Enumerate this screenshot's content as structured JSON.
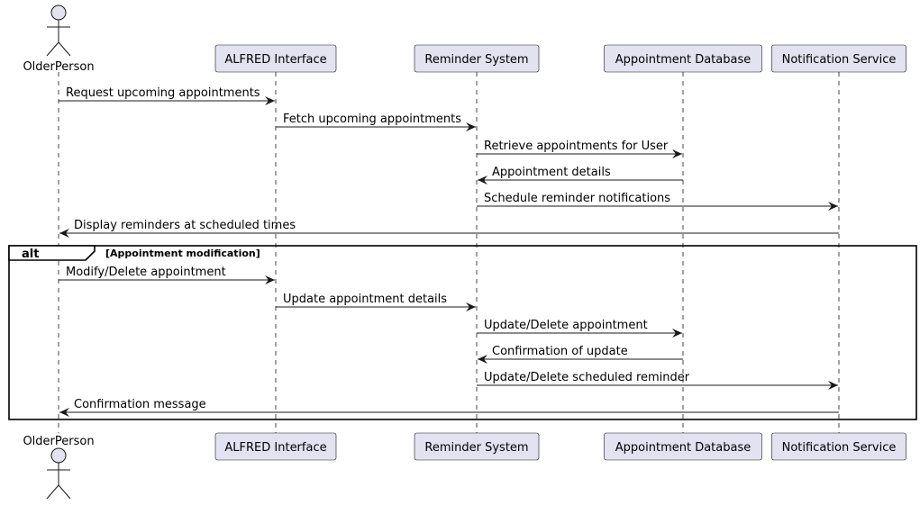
{
  "diagram": {
    "type": "sequence",
    "colors": {
      "participant_fill": "#E2E2F0",
      "participant_border": "#181818",
      "lifeline": "#181818",
      "arrow": "#181818",
      "actor_fill": "#E2E2F0"
    },
    "participants": [
      {
        "id": "older",
        "label": "OlderPerson",
        "kind": "actor"
      },
      {
        "id": "alfred",
        "label": "ALFRED Interface",
        "kind": "participant"
      },
      {
        "id": "reminder",
        "label": "Reminder System",
        "kind": "participant"
      },
      {
        "id": "db",
        "label": "Appointment Database",
        "kind": "participant"
      },
      {
        "id": "notify",
        "label": "Notification Service",
        "kind": "participant"
      }
    ],
    "messages": [
      {
        "from": "older",
        "to": "alfred",
        "text": "Request upcoming appointments"
      },
      {
        "from": "alfred",
        "to": "reminder",
        "text": "Fetch upcoming appointments"
      },
      {
        "from": "reminder",
        "to": "db",
        "text": "Retrieve appointments for User"
      },
      {
        "from": "db",
        "to": "reminder",
        "text": "Appointment details"
      },
      {
        "from": "reminder",
        "to": "notify",
        "text": "Schedule reminder notifications"
      },
      {
        "from": "notify",
        "to": "older",
        "text": "Display reminders at scheduled times"
      },
      {
        "from": "older",
        "to": "alfred",
        "text": "Modify/Delete appointment",
        "group": "alt"
      },
      {
        "from": "alfred",
        "to": "reminder",
        "text": "Update appointment details",
        "group": "alt"
      },
      {
        "from": "reminder",
        "to": "db",
        "text": "Update/Delete appointment",
        "group": "alt"
      },
      {
        "from": "db",
        "to": "reminder",
        "text": "Confirmation of update",
        "group": "alt"
      },
      {
        "from": "reminder",
        "to": "notify",
        "text": "Update/Delete scheduled reminder",
        "group": "alt"
      },
      {
        "from": "notify",
        "to": "older",
        "text": "Confirmation message",
        "group": "alt"
      }
    ],
    "alt_fragment": {
      "keyword": "alt",
      "condition": "[Appointment modification]"
    }
  }
}
